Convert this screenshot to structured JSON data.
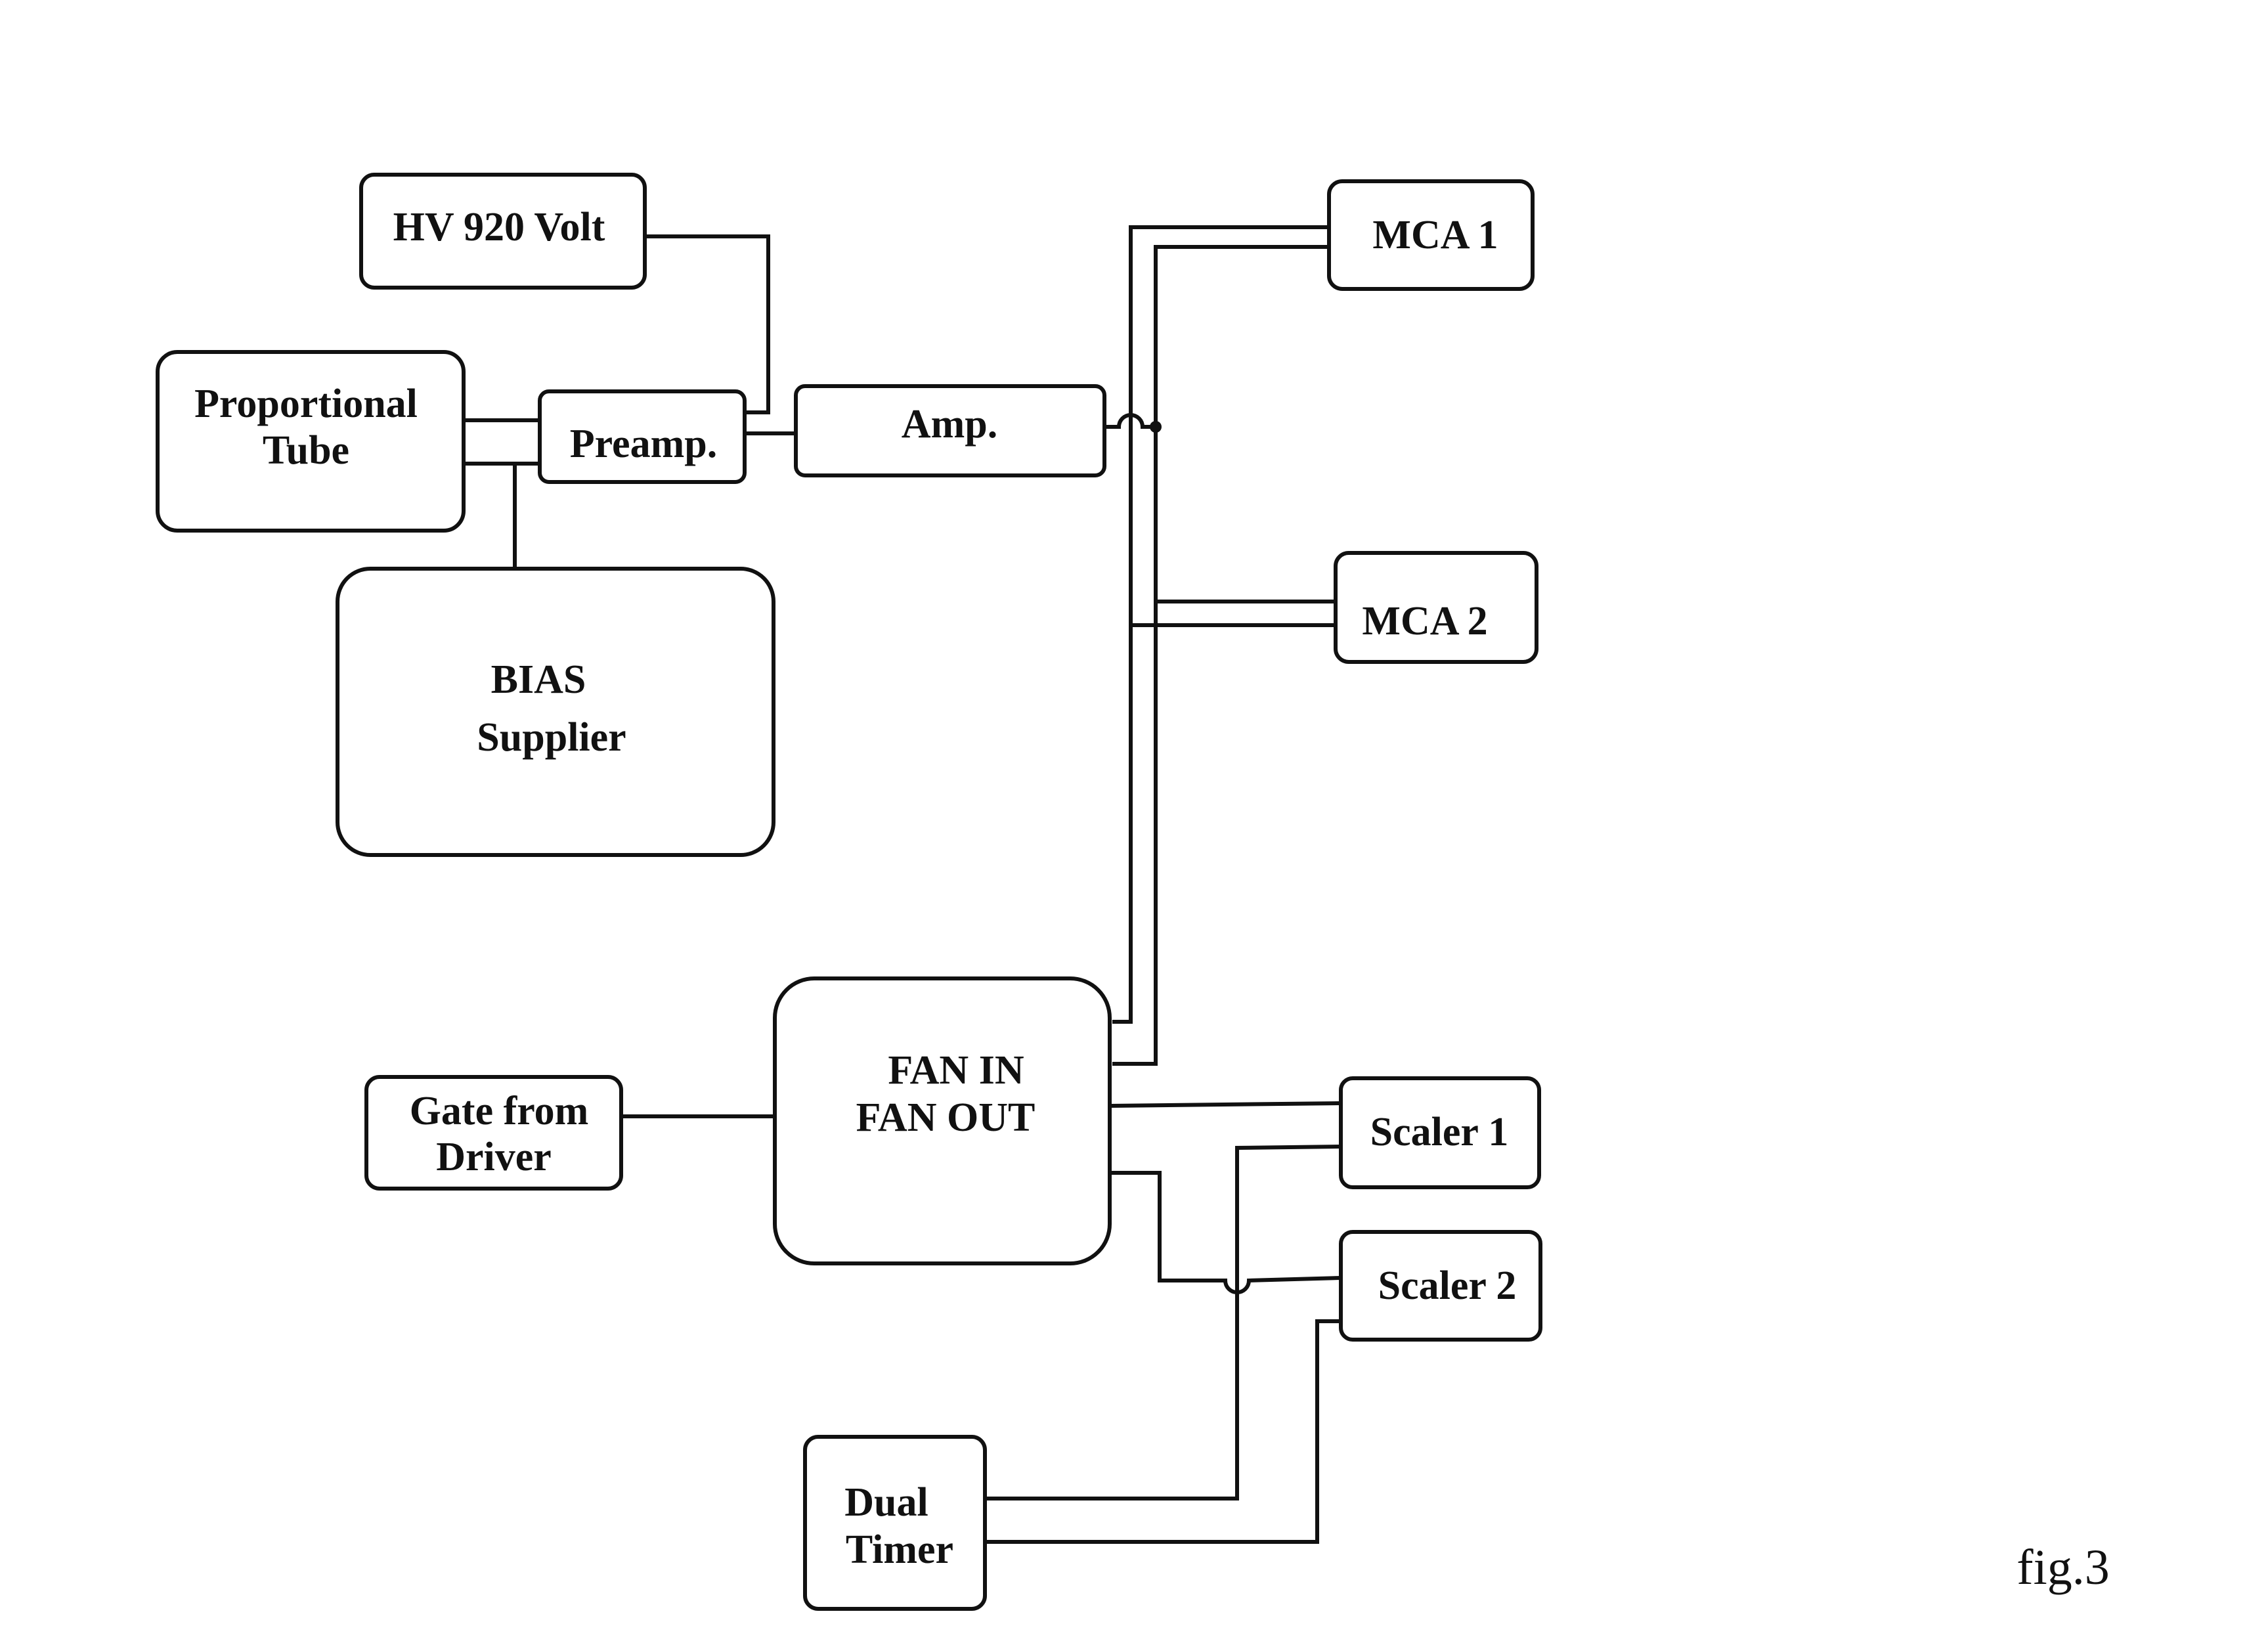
{
  "figure_label": "fig.3",
  "blocks": {
    "hv": {
      "label": "HV 920 Volt"
    },
    "tube": {
      "line1": "Proportional",
      "line2": "Tube"
    },
    "preamp": {
      "label": "Preamp."
    },
    "amp": {
      "label": "Amp."
    },
    "bias": {
      "line1": "BIAS",
      "line2": "Supplier"
    },
    "mca1": {
      "label": "MCA 1"
    },
    "mca2": {
      "label": "MCA 2"
    },
    "fan": {
      "line1": "FAN IN",
      "line2": "FAN OUT"
    },
    "gate": {
      "line1": "Gate from",
      "line2": "Driver"
    },
    "scaler1": {
      "label": "Scaler 1"
    },
    "scaler2": {
      "label": "Scaler 2"
    },
    "timer": {
      "line1": "Dual",
      "line2": "Timer"
    }
  }
}
